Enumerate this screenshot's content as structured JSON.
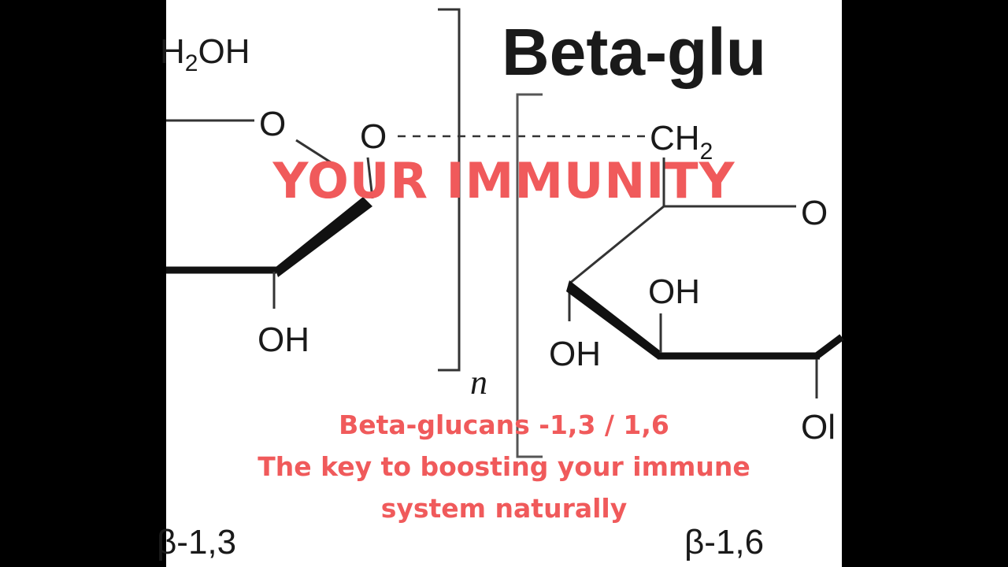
{
  "diagram": {
    "title": "Beta-glu",
    "labels": {
      "ch2oh_partial": " ̧₂OH",
      "ring_o_left": "O",
      "bridge_o": "O",
      "ch2": "CH",
      "ch2_sub": "2",
      "oh_left": "OH",
      "repeat_n": "n",
      "ring_o_right": "O",
      "oh_right_top": "OH",
      "oh_right_left": "OH",
      "oh_right_bottom": "Ol",
      "linkage_left": "β-1,3",
      "linkage_right": "β-1,6"
    }
  },
  "overlay": {
    "headline": "YOUR IMMUNITY",
    "line1": "Beta-glucans -1,3 / 1,6",
    "line2": "The key to boosting your immune",
    "line3": "system naturally"
  },
  "colors": {
    "overlay_text": "#f05a5b",
    "letterbox": "#000000",
    "diagram_ink": "#1a1a1a"
  }
}
